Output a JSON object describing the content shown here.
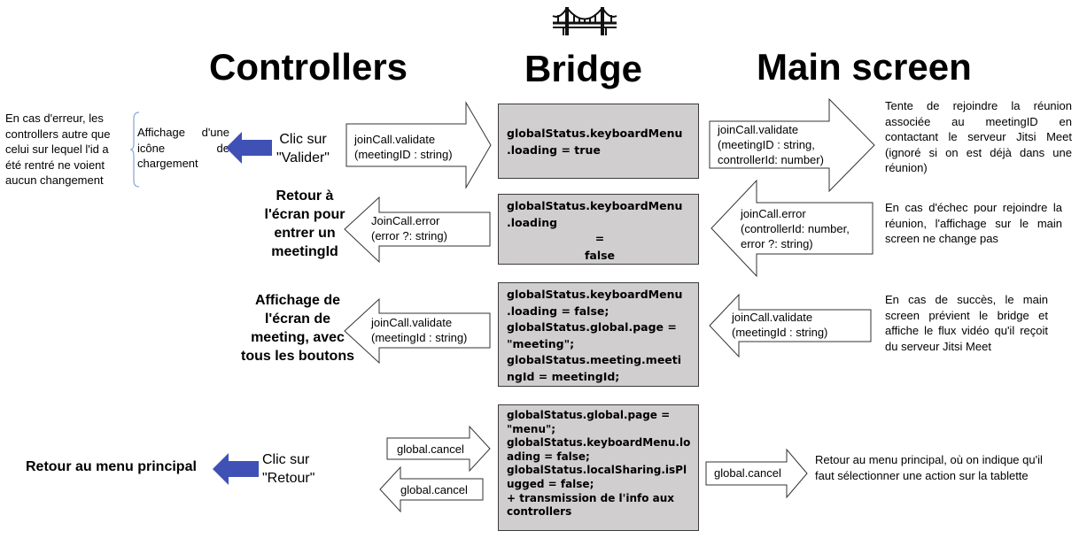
{
  "titles": {
    "controllers": "Controllers",
    "bridge": "Bridge",
    "main_screen": "Main screen"
  },
  "icons": {
    "bridge_logo": "suspension-bridge-icon"
  },
  "colors": {
    "box_fill": "#d0cece",
    "accent_arrow": "#3f51b5",
    "brace": "#8faadc"
  },
  "row1": {
    "side_note": "En cas d'erreur, les controllers autre que celui sur lequel l'id a été rentré ne voient aucun changement",
    "loading_note": "Affichage d'une icône de chargement",
    "action": [
      "Clic sur",
      "\"Valider\""
    ],
    "left_arrow": [
      "joinCall.validate",
      "(meetingID : string)"
    ],
    "bridge_box": [
      "globalStatus.keyboardMenu",
      ".loading = true"
    ],
    "right_arrow": [
      "joinCall.validate",
      "(meetingID : string,",
      "controllerId: number)"
    ],
    "main_note": "Tente de rejoindre la réunion associée au meetingID en contactant le serveur Jitsi Meet (ignoré si on est déjà dans une réunion)"
  },
  "row2": {
    "controller_result": [
      "Retour à",
      "l'écran pour",
      "entrer un",
      "meetingId"
    ],
    "left_arrow": [
      "JoinCall.error",
      "(error ?: string)"
    ],
    "bridge_box": [
      "globalStatus.keyboardMenu",
      ".loading",
      "=",
      "false"
    ],
    "right_arrow": [
      "joinCall.error",
      "(controllerId: number,",
      "error ?: string)"
    ],
    "main_note": "En cas d'échec pour rejoindre la réunion, l'affichage sur le main screen ne change pas"
  },
  "row3": {
    "controller_result": [
      "Affichage de",
      "l'écran de",
      "meeting, avec",
      "tous les boutons"
    ],
    "left_arrow": [
      "joinCall.validate",
      "(meetingId : string)"
    ],
    "bridge_box": [
      "globalStatus.keyboardMenu",
      ".loading = false;",
      "globalStatus.global.page =",
      "\"meeting\";",
      "globalStatus.meeting.meeti",
      "ngId = meetingId;"
    ],
    "right_arrow": [
      "joinCall.validate",
      "(meetingId : string)"
    ],
    "main_note": "En cas de succès, le main screen prévient le bridge et affiche le flux vidéo qu'il reçoit du serveur Jitsi Meet"
  },
  "row4": {
    "controller_result": "Retour au menu principal",
    "action": [
      "Clic sur",
      "\"Retour\""
    ],
    "arrow_to_bridge": "global.cancel",
    "arrow_from_bridge": "global.cancel",
    "bridge_box": [
      "globalStatus.global.page =",
      "\"menu\";",
      "globalStatus.keyboardMenu.lo",
      "ading = false;",
      "globalStatus.localSharing.isPl",
      "ugged = false;",
      "+ transmission de l'info aux",
      "controllers"
    ],
    "right_arrow": "global.cancel",
    "main_note": "Retour au menu principal, où on indique qu'il faut sélectionner une action sur la tablette"
  }
}
